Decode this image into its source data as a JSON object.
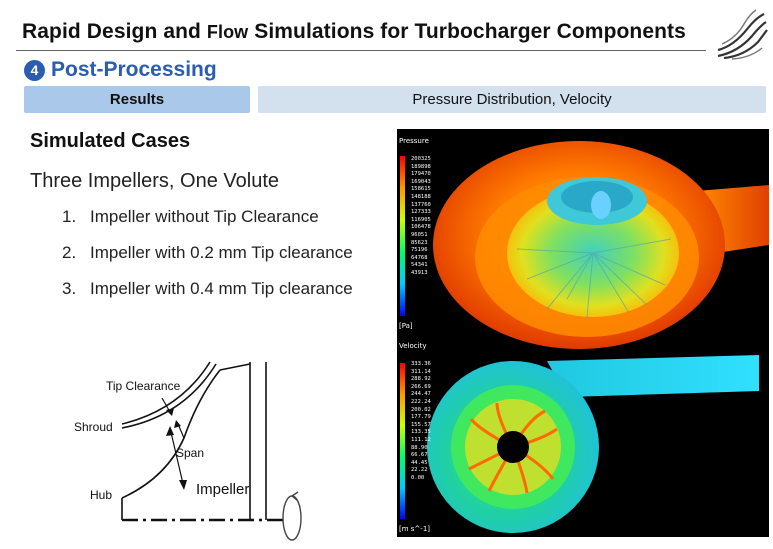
{
  "header": {
    "title_part1": "Rapid Design and ",
    "title_flow": "Flow",
    "title_part2": " Simulations for Turbocharger Components"
  },
  "section": {
    "number": "4",
    "label": "Post-Processing"
  },
  "tabs": {
    "results": "Results",
    "pressure": "Pressure Distribution, Velocity"
  },
  "content": {
    "cases_title": "Simulated Cases",
    "subtitle": "Three Impellers, One Volute",
    "items": [
      {
        "num": "1.",
        "text": "Impeller without Tip Clearance"
      },
      {
        "num": "2.",
        "text": "Impeller with 0.2 mm Tip clearance"
      },
      {
        "num": "3.",
        "text": "Impeller with 0.4 mm Tip clearance"
      }
    ]
  },
  "diagram": {
    "tip_clearance": "Tip Clearance",
    "shroud": "Shroud",
    "span": "Span",
    "hub": "Hub",
    "impeller": "Impeller"
  },
  "pressure_legend": {
    "title": "Pressure",
    "unit": "[Pa]",
    "values": [
      "200325",
      "189898",
      "179470",
      "169043",
      "158615",
      "148188",
      "137760",
      "127333",
      "116905",
      "106478",
      "96051",
      "85623",
      "75196",
      "64768",
      "54341",
      "43913"
    ]
  },
  "velocity_legend": {
    "title": "Velocity",
    "unit": "[m s^-1]",
    "values": [
      "333.36",
      "311.14",
      "288.92",
      "266.69",
      "244.47",
      "222.24",
      "200.02",
      "177.79",
      "155.57",
      "133.35",
      "111.12",
      "88.90",
      "66.67",
      "44.45",
      "22.22",
      "0.00"
    ]
  },
  "colors": {
    "accent_blue": "#2a5db0",
    "tab_active": "#aac9ea",
    "tab_inactive": "#d3e1ef"
  }
}
